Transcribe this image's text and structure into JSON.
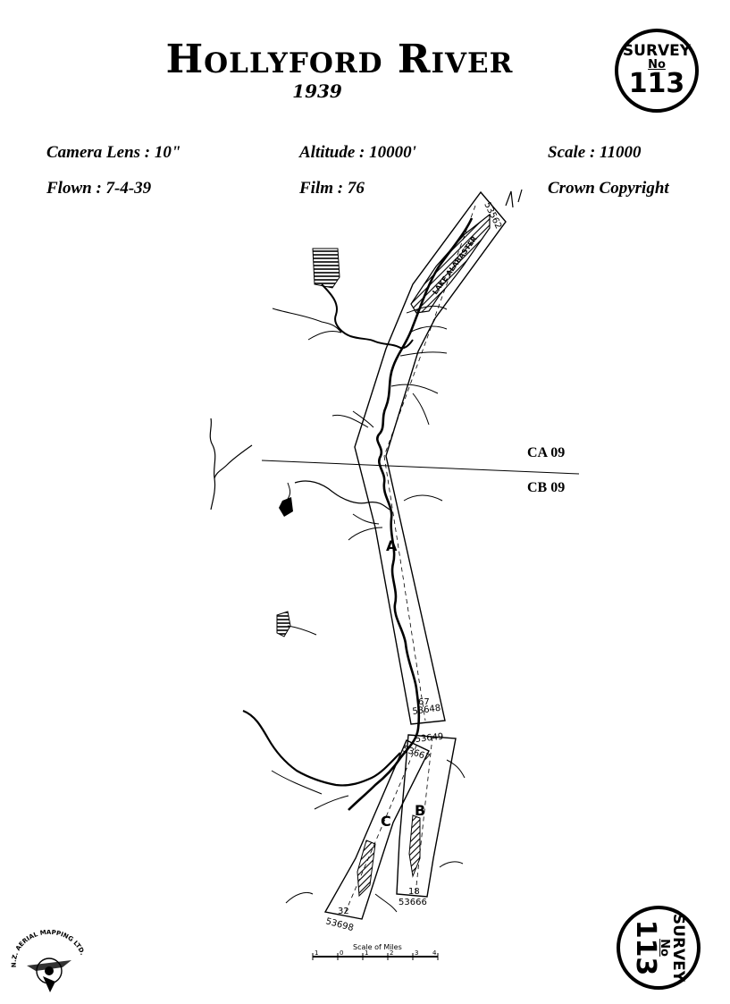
{
  "header": {
    "title": "Hollyford River",
    "year": "1939"
  },
  "survey_badge": {
    "line1": "SURVEY",
    "line2": "No",
    "line3": "113"
  },
  "meta": {
    "camera_lens": "Camera Lens : 10\"",
    "altitude": "Altitude : 10000'",
    "scale": "Scale : 11000",
    "flown": "Flown : 7-4-39",
    "film": "Film : 76",
    "copyright": "Crown Copyright"
  },
  "sheets": {
    "upper": "CA 09",
    "lower": "CB 09"
  },
  "map": {
    "lake_label": "LAKE ALABASTER",
    "runs": [
      "A",
      "B",
      "C"
    ],
    "frame_labels": {
      "a_start": "53562",
      "a_end_num": "67",
      "a_end_frame": "53648",
      "b_start": "53649",
      "b_end_num": "18",
      "b_end_frame": "53666",
      "c_start": "53667",
      "c_end_num": "32",
      "c_end_frame": "53698"
    },
    "scale_bar": {
      "title": "Scale of Miles",
      "ticks": [
        "1",
        "0",
        "1",
        "2",
        "3",
        "4"
      ]
    }
  },
  "logo": {
    "text": "N.Z. AERIAL MAPPING LTD."
  }
}
